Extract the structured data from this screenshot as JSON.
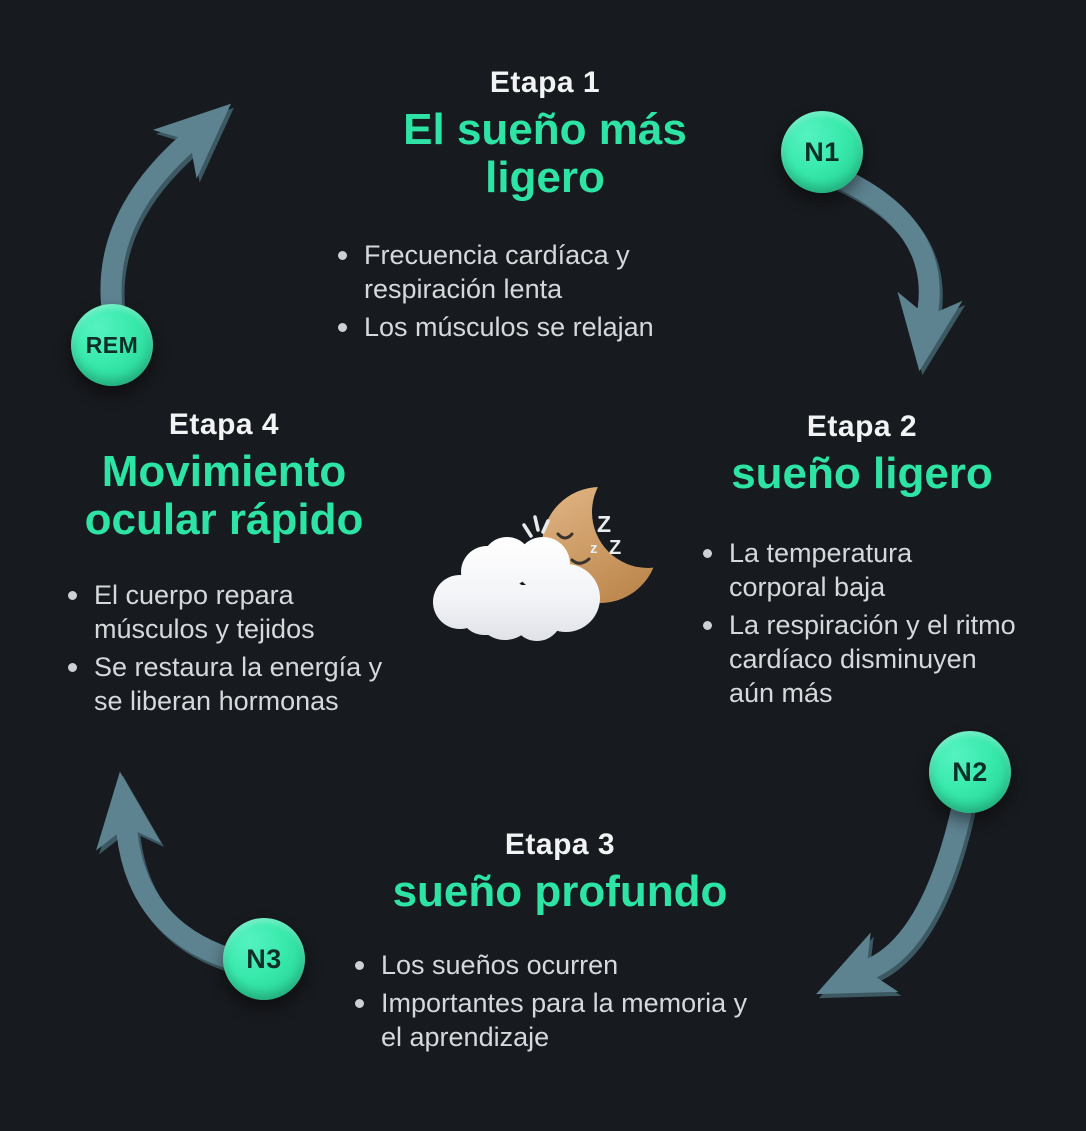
{
  "colors": {
    "background": "#171a1e",
    "accent_green": "#2ee4a4",
    "badge_green": "#38e9ac",
    "arrow_slate": "#5d8290",
    "heading_white": "#f1f3f4",
    "body_text": "#d6d9db",
    "moon_tan": "#c99a62",
    "cloud_white": "#f5f6f8"
  },
  "stages": [
    {
      "label": "Etapa 1",
      "title": "El sueño más\nligero",
      "badge": "N1",
      "bullets": [
        "Frecuencia cardíaca y\nrespiración lenta",
        "Los músculos se relajan"
      ]
    },
    {
      "label": "Etapa 2",
      "title": "sueño ligero",
      "badge": "N2",
      "bullets": [
        "La temperatura\ncorporal baja",
        "La respiración y el ritmo\ncardíaco disminuyen\naún más"
      ]
    },
    {
      "label": "Etapa 3",
      "title": "sueño profundo",
      "badge": "N3",
      "bullets": [
        "Los sueños ocurren",
        "Importantes para la memoria y\nel aprendizaje"
      ]
    },
    {
      "label": "Etapa 4",
      "title": "Movimiento\nocular rápido",
      "badge": "REM",
      "bullets": [
        "El cuerpo repara\nmúsculos y tejidos",
        "Se restaura la energía y\nse liberan hormonas"
      ]
    }
  ],
  "illustration": {
    "name": "sleeping-crescent-moon-with-cloud",
    "zzz": [
      "Z",
      "z",
      "Z"
    ]
  }
}
